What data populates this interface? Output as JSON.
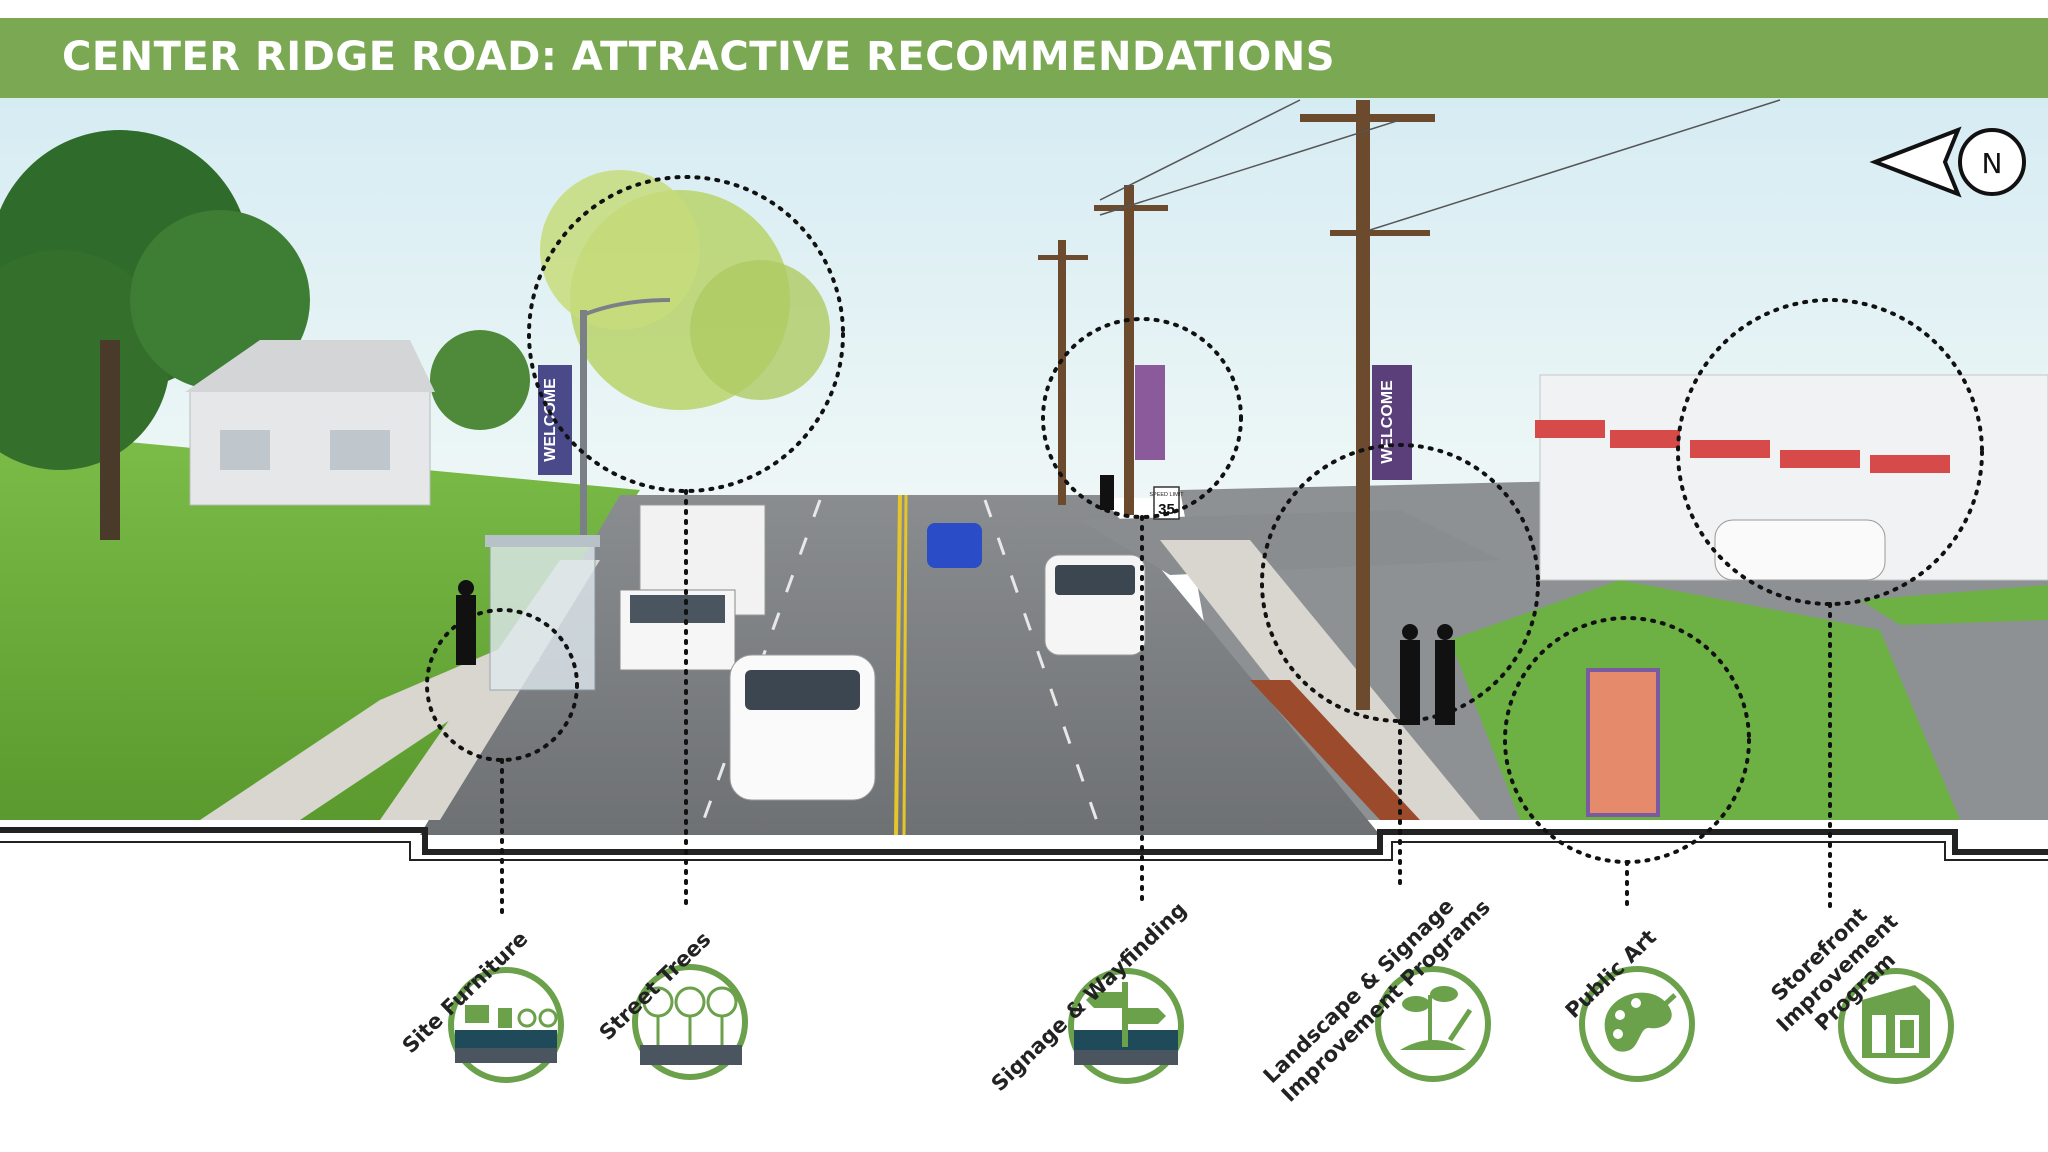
{
  "title": "CENTER RIDGE ROAD: ATTRACTIVE RECOMMENDATIONS",
  "banners": {
    "welcome": "WELCOME"
  },
  "speed_sign": {
    "top": "SPEED LIMIT",
    "value": "35"
  },
  "north_arrow": {
    "letter": "N"
  },
  "recommendations": [
    {
      "label": "Site Furniture",
      "icon": "site-furniture-icon"
    },
    {
      "label": "Street Trees",
      "icon": "street-trees-icon"
    },
    {
      "label": "Signage & Wayfinding",
      "icon": "signage-wayfinding-icon"
    },
    {
      "label": "Landscape & Signage\nImprovement Programs",
      "icon": "landscape-plant-icon"
    },
    {
      "label": "Public Art",
      "icon": "palette-brush-icon"
    },
    {
      "label": "Storefront\nImprovement\nProgram",
      "icon": "storefront-icon"
    }
  ],
  "colors": {
    "brand_green": "#7aa853",
    "icon_ring": "#6aa14a",
    "road": "#8c8f92",
    "grass": "#6fae3e"
  }
}
